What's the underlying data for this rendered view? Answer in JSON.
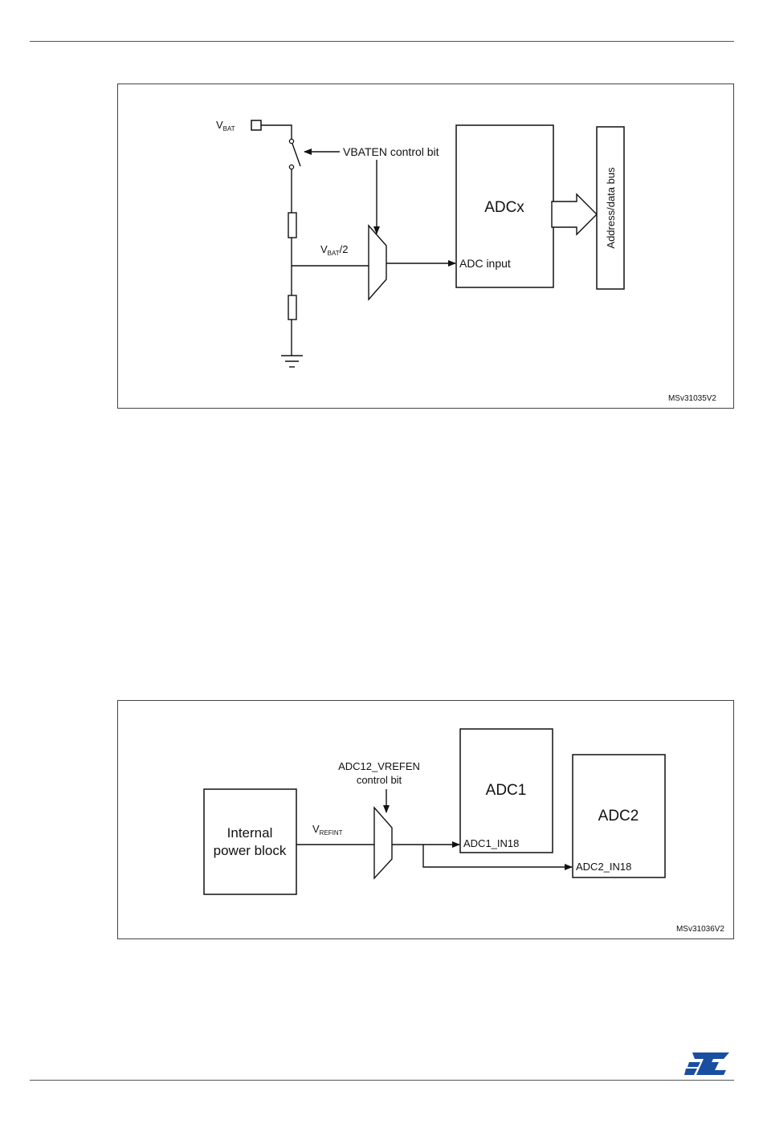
{
  "figure1": {
    "vbat_label": "V",
    "vbat_sub": "BAT",
    "switch_control": "VBATEN control bit",
    "divider_label": "V",
    "divider_sub": "BAT",
    "divider_suffix": "/2",
    "adc_block": "ADCx",
    "adc_input": "ADC input",
    "bus": "Address/data bus",
    "ref": "MSv31035V2"
  },
  "figure2": {
    "power_block_line1": "Internal",
    "power_block_line2": "power block",
    "vref_label": "V",
    "vref_sub": "REFINT",
    "enable_line1": "ADC12_VREFEN",
    "enable_line2": "control bit",
    "adc1_block": "ADC1",
    "adc1_input": "ADC1_IN18",
    "adc2_block": "ADC2",
    "adc2_input": "ADC2_IN18",
    "ref": "MSv31036V2"
  },
  "brand": {
    "logo_text": "ST",
    "logo_color": "#1a4ea0"
  }
}
